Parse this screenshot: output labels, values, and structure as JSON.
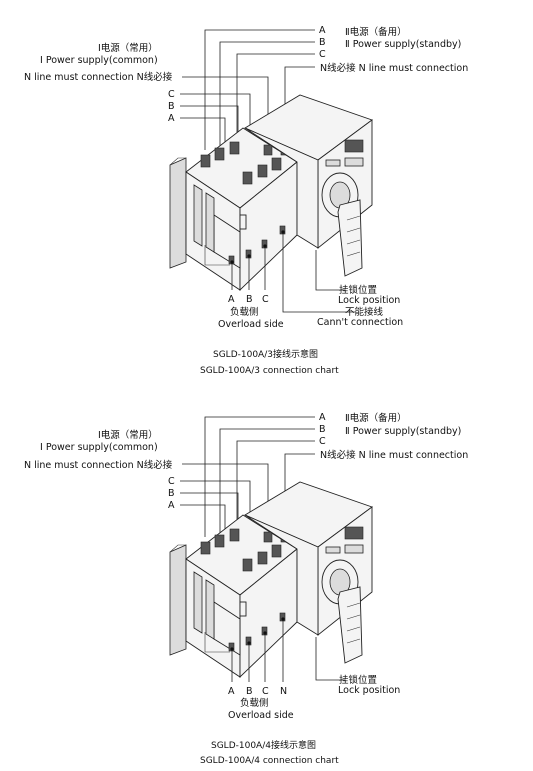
{
  "diagrams": [
    {
      "phase_labels_standby": [
        "A",
        "B",
        "C"
      ],
      "standby_title": "Ⅱ电源（备用）",
      "standby_subtitle": "Ⅱ Power supply(standby)",
      "common_title": "Ⅰ电源（常用）",
      "common_subtitle": "Ⅰ Power supply(common)",
      "n_line_left": "N line must  connection N线必接",
      "n_line_right": "N线必接 N line must  connection",
      "phase_labels_common": [
        "C",
        "B",
        "A"
      ],
      "load_phases": [
        "A",
        "B",
        "C"
      ],
      "load_cn": "负载侧",
      "load_en": "Overload side",
      "lock_cn": "挂锁位置",
      "lock_en": "Lock position",
      "cannot_cn": "不能接线",
      "cannot_en": "Cann't connection",
      "caption_cn": "SGLD-100A/3接线示意图",
      "caption_en": "SGLD-100A/3    connection chart"
    },
    {
      "phase_labels_standby": [
        "A",
        "B",
        "C"
      ],
      "standby_title": "Ⅱ电源（备用）",
      "standby_subtitle": "Ⅱ Power supply(standby)",
      "common_title": "Ⅰ电源（常用）",
      "common_subtitle": "Ⅰ Power supply(common)",
      "n_line_left": "N line must  connection N线必接",
      "n_line_right": "N线必接 N line must  connection",
      "phase_labels_common": [
        "C",
        "B",
        "A"
      ],
      "load_phases": [
        "A",
        "B",
        "C",
        "N"
      ],
      "load_cn": "负载侧",
      "load_en": "Overload side",
      "lock_cn": "挂锁位置",
      "lock_en": "Lock position",
      "caption_cn": "SGLD-100A/4接线示意图",
      "caption_en": "SGLD-100A/4    connection chart"
    }
  ]
}
